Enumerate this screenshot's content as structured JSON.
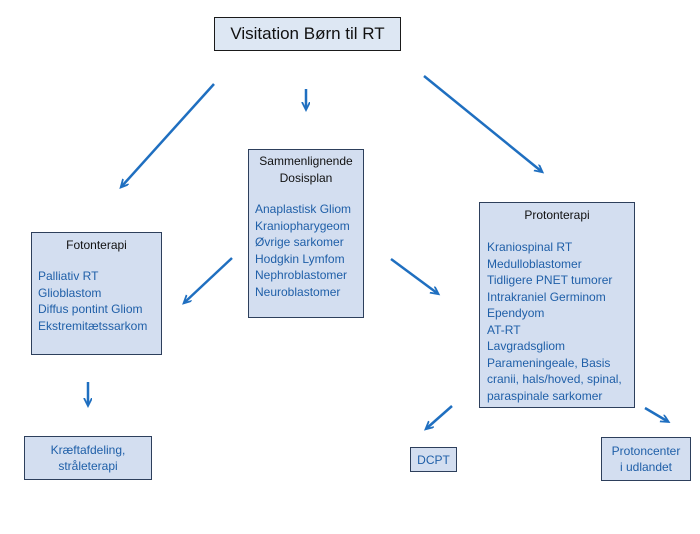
{
  "title": "Visitation Børn til RT",
  "comparison": {
    "heading_line1": "Sammenlignende",
    "heading_line2": "Dosisplan",
    "items": [
      "Anaplastisk Gliom",
      "Kraniopharygeom",
      "Øvrige sarkomer",
      "Hodgkin Lymfom",
      "Nephroblastomer",
      "Neuroblastomer"
    ]
  },
  "photon": {
    "heading": "Fotonterapi",
    "items": [
      "Palliativ RT",
      "Glioblastom",
      "Diffus pontint Gliom",
      "Ekstremitætssarkom"
    ]
  },
  "proton": {
    "heading": "Protonterapi",
    "items": [
      "Kraniospinal RT",
      "Medulloblastomer",
      "Tidligere PNET tumorer",
      "Intrakraniel Germinom",
      "Ependyom",
      "AT-RT",
      "Lavgradsgliom",
      "Parameningeale, Basis",
      "cranii, hals/hoved, spinal,",
      "paraspinale  sarkomer"
    ]
  },
  "cancer_dept": {
    "line1": "Kræftafdeling,",
    "line2": "stråleterapi"
  },
  "dcpt": "DCPT",
  "proton_abroad": {
    "line1": "Protoncenter",
    "line2": "i udlandet"
  },
  "colors": {
    "arrow": "#1f6fc0",
    "box_fill": "#d3def0",
    "link_text": "#1f5fa8"
  }
}
